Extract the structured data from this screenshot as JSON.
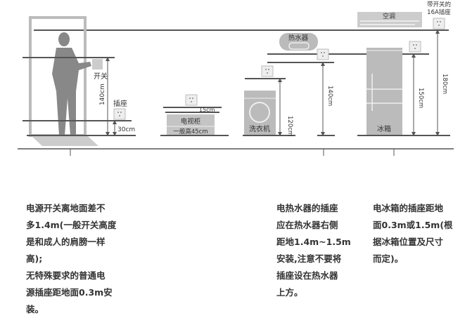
{
  "diagram": {
    "switch_label": "开关",
    "socket_label": "插座",
    "switch_height": "140cm",
    "socket_height": "30cm",
    "tv_cabinet_label": "电视柜",
    "tv_cabinet_height": "一般高45cm",
    "tv_socket_gap": "15cm",
    "washer_label": "洗衣机",
    "washer_height": "120cm",
    "heater_label": "热水器",
    "heater_height": "140cm",
    "fridge_label": "冰箱",
    "fridge_height": "150cm",
    "ac_label": "空调",
    "ac_socket_label_1": "带开关的",
    "ac_socket_label_2": "16A插座",
    "ac_height": "180cm"
  },
  "notes": {
    "left": [
      "电源开关离地面差不",
      "多1.4m(一般开关高度",
      "是和成人的肩膀一样",
      "高);",
      "无特殊要求的普通电",
      "源插座距地面0.3m安",
      "装。"
    ],
    "middle": [
      "电热水器的插座",
      "应在热水器右侧",
      "距地1.4m~1.5m",
      "安装,注意不要将",
      "插座设在热水器",
      "上方。"
    ],
    "right": [
      "电冰箱的插座距地",
      "面0.3m或1.5m(根",
      "据冰箱位置及尺寸",
      "而定)。"
    ]
  },
  "colors": {
    "line": "#555555",
    "fill": "#bdbdbd",
    "text": "#333333"
  }
}
